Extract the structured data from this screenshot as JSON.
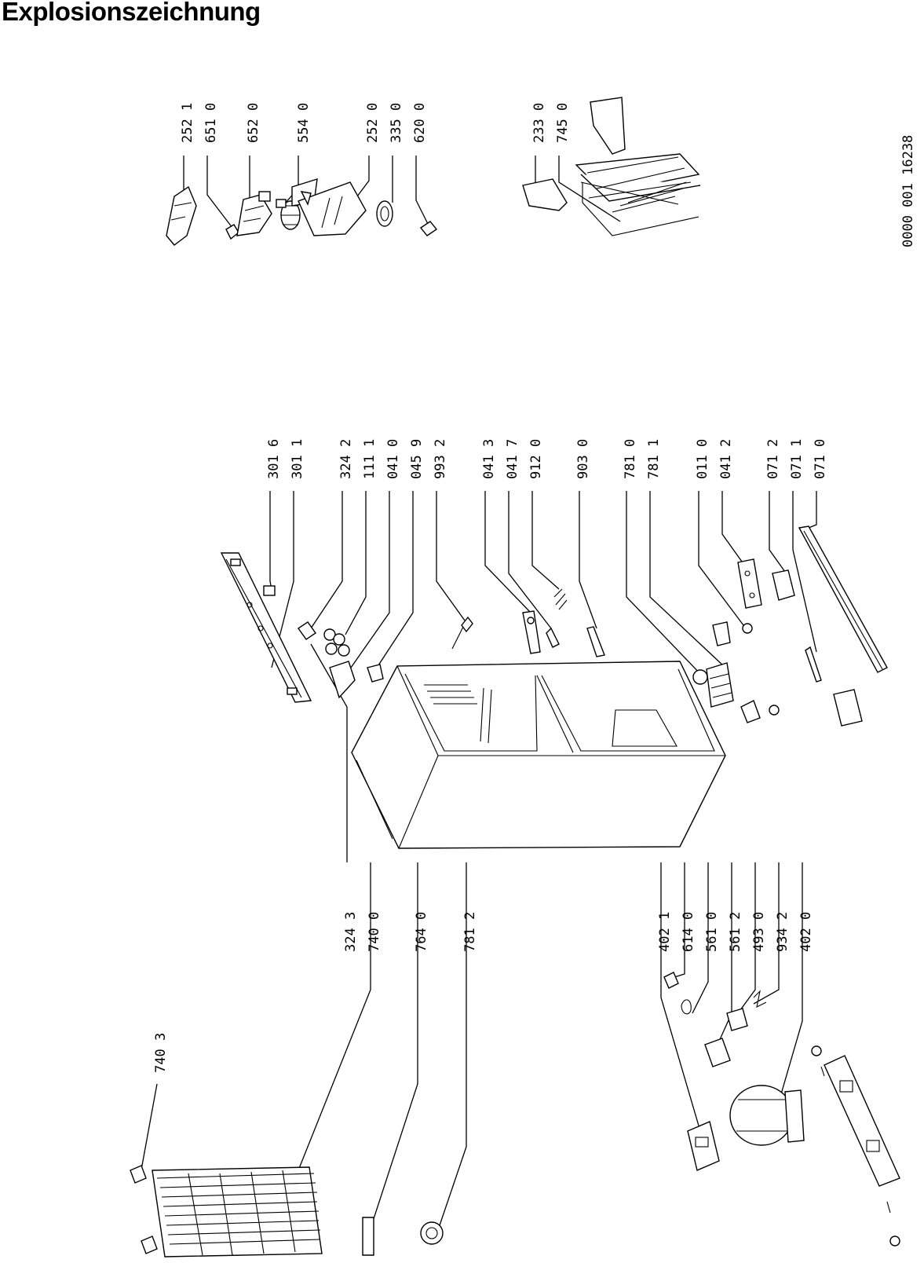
{
  "title": "Explosionszeichnung",
  "doc_number": "0000 001 16238",
  "part_labels": {
    "l2521": "252 1",
    "l6510": "651 0",
    "l6520": "652 0",
    "l5540": "554 0",
    "l2520": "252 0",
    "l3350": "335 0",
    "l6200": "620 0",
    "l2330": "233 0",
    "l7450": "745 0",
    "l3016": "301 6",
    "l3011": "301 1",
    "l3242": "324 2",
    "l1111": "111 1",
    "l0410": "041 0",
    "l0459": "045 9",
    "l9932": "993 2",
    "l0413": "041 3",
    "l0417": "041 7",
    "l9120": "912 0",
    "l9030": "903 0",
    "l7810": "781 0",
    "l7811": "781 1",
    "l0110": "011 0",
    "l0412": "041 2",
    "l0712": "071 2",
    "l0711": "071 1",
    "l0710": "071 0",
    "l3243": "324 3",
    "l7400": "740 0",
    "l7640": "764 0",
    "l7812": "781 2",
    "l7403": "740 3",
    "l4021": "402 1",
    "l6140": "614 0",
    "l5610": "561 0",
    "l5612": "561 2",
    "l4930": "493 0",
    "l9342": "934 2",
    "l4020": "402 0"
  },
  "colors": {
    "ink": "#000000",
    "background": "#ffffff"
  }
}
